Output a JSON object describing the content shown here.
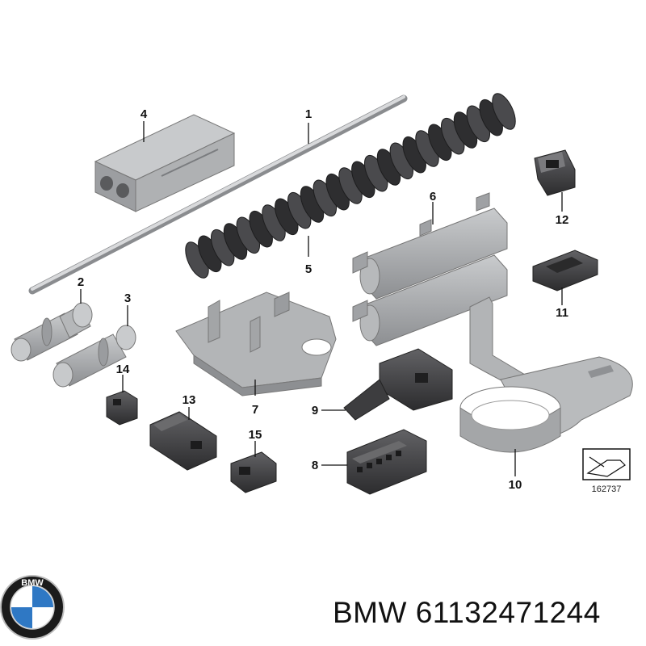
{
  "callouts": [
    {
      "num": "1"
    },
    {
      "num": "2"
    },
    {
      "num": "3"
    },
    {
      "num": "4"
    },
    {
      "num": "5"
    },
    {
      "num": "6"
    },
    {
      "num": "7"
    },
    {
      "num": "8"
    },
    {
      "num": "9"
    },
    {
      "num": "10"
    },
    {
      "num": "11"
    },
    {
      "num": "12"
    },
    {
      "num": "13"
    },
    {
      "num": "14"
    },
    {
      "num": "15"
    }
  ],
  "reference_number": "162737",
  "logo_letters": "BMW",
  "caption": {
    "brand": "BMW",
    "part_number": "61132471244"
  },
  "colors": {
    "part_grey": "#a9abad",
    "rubber_dark": "#3b3b3d",
    "connector_dark": "#4a4a4c",
    "bmw_blue": "#2f78c4"
  }
}
